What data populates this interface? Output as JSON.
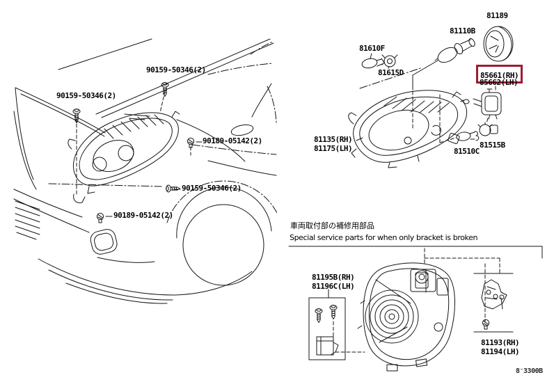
{
  "colors": {
    "highlight": "#9e1b32",
    "line": "#141414",
    "background": "#ffffff"
  },
  "fastener_labels": [
    "90159-50346(2)",
    "90159-50346(2)",
    "90189-05142(2)",
    "90159-50346(2)",
    "90189-05142(2)"
  ],
  "parts": {
    "n81189": "81189",
    "n81110B": "81110B",
    "n81610F": "81610F",
    "n81615D": "81615D",
    "n85661": "85661(RH)",
    "n85662": "85662(LH)",
    "n81135": "81135(RH)",
    "n81175": "81175(LH)",
    "n81510C": "81510C",
    "n81515B": "81515B"
  },
  "service_section": {
    "note_jp": "車両取付部の補修用部品",
    "note_en": "Special service parts for when only bracket is broken",
    "screw_set_rh": "81195B(RH)",
    "screw_set_lh": "81196C(LH)",
    "bracket_rh": "81193(RH)",
    "bracket_lh": "81194(LH)"
  },
  "footer": {
    "figure_code": "8⁻3300B"
  }
}
